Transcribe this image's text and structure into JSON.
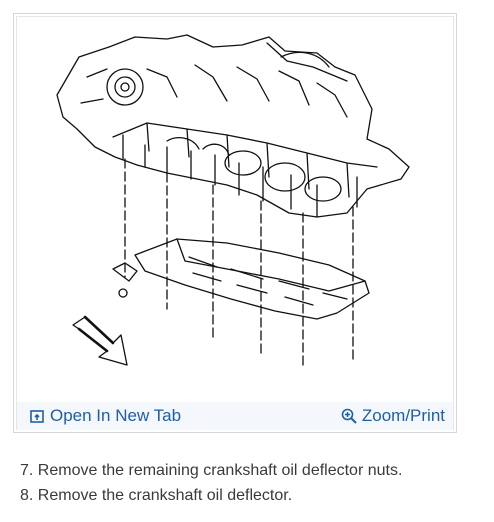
{
  "toolbar": {
    "open_tab_label": "Open In New Tab",
    "zoom_label": "Zoom/Print",
    "link_color": "#1f5fa8",
    "bar_color": "#f4f7fb"
  },
  "instructions": [
    "7. Remove the remaining crankshaft oil deflector nuts.",
    "8. Remove the crankshaft oil deflector."
  ]
}
